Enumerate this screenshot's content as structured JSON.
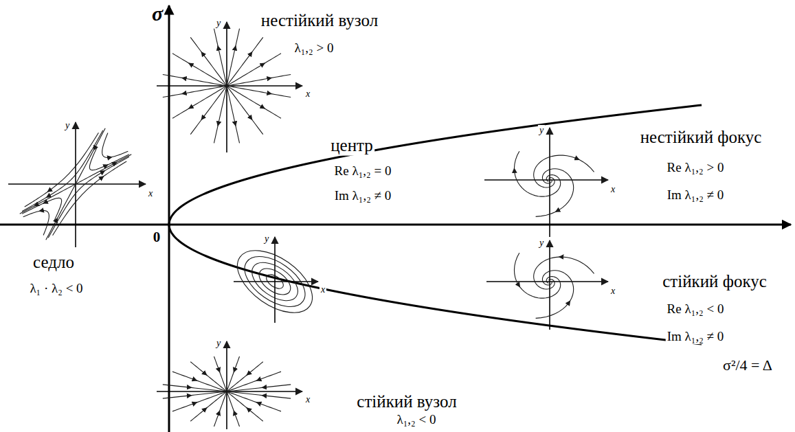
{
  "diagram": {
    "labels": [
      "σ",
      "y",
      "x",
      "нестійкий вузол",
      "λ₁,₂ > 0",
      "y",
      "x",
      "центр",
      "y",
      "нестійкий фокус",
      "x",
      "Re λ₁,₂ > 0",
      "Im λ₁,₂ ≠ 0",
      "Re λ₁,₂ = 0",
      "Im λ₁,₂ ≠ 0",
      "y",
      "x",
      "0",
      "y",
      "стійкий фокус",
      "x",
      "седло",
      "Re λ₁,₂ < 0",
      "λ₁ · λ₂ < 0",
      "Im λ₁,₂ ≠ 0",
      "σ²/4 = Δ",
      "y",
      "x",
      "стійкий вузол",
      "λ₁,₂ < 0"
    ]
  }
}
